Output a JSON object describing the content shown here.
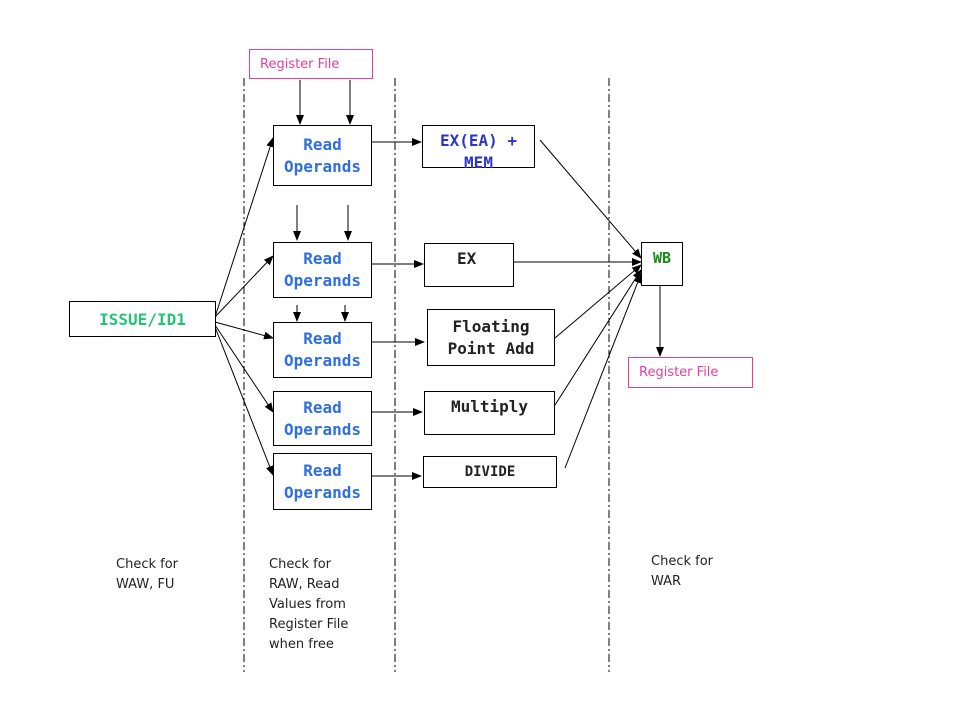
{
  "register_file_top": "Register File",
  "register_file_bottom": "Register File",
  "issue": {
    "label": "ISSUE/ID1",
    "color": "#22c47a"
  },
  "read_operands": [
    {
      "label": "Read\nOperands"
    },
    {
      "label": "Read\nOperands"
    },
    {
      "label": "Read\nOperands"
    },
    {
      "label": "Read\nOperands"
    },
    {
      "label": "Read\nOperands"
    }
  ],
  "functional_units": [
    {
      "label": "EX(EA) +\nMEM",
      "color": "#2b35c9"
    },
    {
      "label": "EX",
      "color": "#222222"
    },
    {
      "label": "Floating\nPoint Add",
      "color": "#222222"
    },
    {
      "label": "Multiply",
      "color": "#222222"
    },
    {
      "label": "DIVIDE",
      "color": "#222222"
    }
  ],
  "wb": {
    "label": "WB",
    "color": "#1a8a1a"
  },
  "notes": {
    "issue": "Check for\nWAW, FU",
    "read": "Check for\nRAW, Read\nValues from\nRegister File\nwhen free",
    "wb": "Check for\nWAR"
  },
  "colors": {
    "read_text": "#2f6fe0",
    "register_file": "#e0409a"
  }
}
